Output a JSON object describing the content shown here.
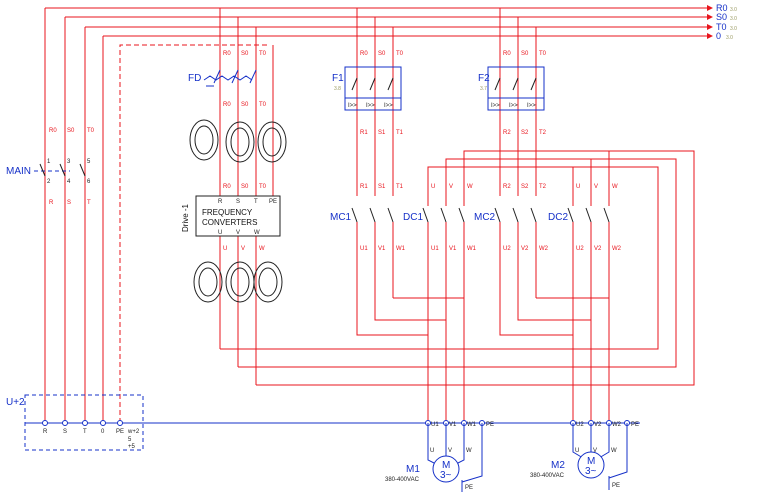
{
  "busbars": [
    {
      "label": "R0",
      "ref": "3.0"
    },
    {
      "label": "S0",
      "ref": "3.0"
    },
    {
      "label": "T0",
      "ref": "3.0"
    },
    {
      "label": "0",
      "ref": "3.0"
    }
  ],
  "main": {
    "label": "MAIN",
    "top": [
      "R0",
      "S0",
      "T0"
    ],
    "bottom": [
      "R",
      "S",
      "T"
    ],
    "poles": [
      "1",
      "2",
      "3",
      "4",
      "5",
      "6"
    ]
  },
  "fd": {
    "label": "FD",
    "top": [
      "R0",
      "S0",
      "T0"
    ],
    "bottom": [
      "R0",
      "S0",
      "T0"
    ]
  },
  "drive": {
    "side_label": "Drive -1",
    "title_line1": "FREQUENCY",
    "title_line2": "CONVERTERS",
    "in": [
      "R0",
      "S0",
      "T0"
    ],
    "in_terms": [
      "R",
      "S",
      "T",
      "PE"
    ],
    "out_terms": [
      "U",
      "V",
      "W"
    ],
    "out": [
      "U",
      "V",
      "W"
    ]
  },
  "f1": {
    "label": "F1",
    "ref": "3.8",
    "top": [
      "R0",
      "S0",
      "T0"
    ],
    "bottom": [
      "R1",
      "S1",
      "T1"
    ]
  },
  "f2": {
    "label": "F2",
    "ref": "3.7",
    "top": [
      "R0",
      "S0",
      "T0"
    ],
    "bottom": [
      "R2",
      "S2",
      "T2"
    ]
  },
  "breaker_trip": "I>>",
  "contactors": [
    {
      "label": "MC1",
      "top": [
        "R1",
        "S1",
        "T1"
      ],
      "bottom": [
        "U1",
        "V1",
        "W1"
      ]
    },
    {
      "label": "DC1",
      "top": [
        "U",
        "V",
        "W"
      ],
      "bottom": [
        "U1",
        "V1",
        "W1"
      ]
    },
    {
      "label": "MC2",
      "top": [
        "R2",
        "S2",
        "T2"
      ],
      "bottom": [
        "U2",
        "V2",
        "W2"
      ]
    },
    {
      "label": "DC2",
      "top": [
        "U",
        "V",
        "W"
      ],
      "bottom": [
        "U2",
        "V2",
        "W2"
      ]
    }
  ],
  "terminal_block": {
    "label": "U+2",
    "left_terms": [
      "R",
      "S",
      "T",
      "0",
      "PE"
    ],
    "left_note": [
      "w+2",
      "5",
      "+5"
    ],
    "m1_terms": [
      "U1",
      "V1",
      "W1",
      "PE"
    ],
    "m2_terms": [
      "U2",
      "V2",
      "W2",
      "PE"
    ]
  },
  "motors": [
    {
      "label": "M1",
      "rating": "380-400VAC",
      "symbol": "M",
      "phase": "3~",
      "terms": [
        "U",
        "V",
        "W"
      ],
      "pe": "PE"
    },
    {
      "label": "M2",
      "rating": "380-400VAC",
      "symbol": "M",
      "phase": "3~",
      "terms": [
        "U",
        "V",
        "W"
      ],
      "pe": "PE"
    }
  ]
}
